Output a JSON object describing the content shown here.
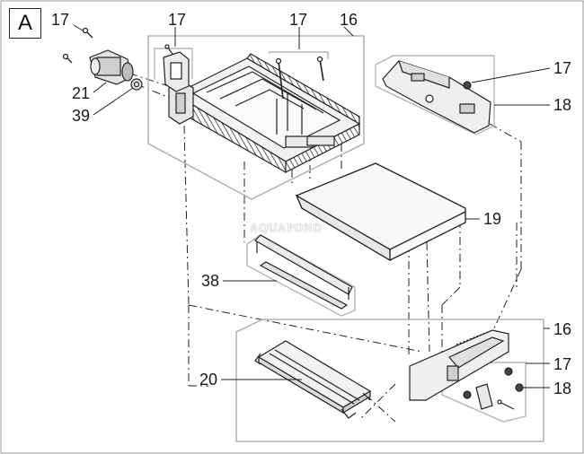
{
  "diagram": {
    "panel_letter": "A",
    "watermark": "AQUAPOND",
    "callouts": {
      "c17_top_left": "17",
      "c17_top_mid": "17",
      "c17_top_right": "17",
      "c16_top": "16",
      "c21": "21",
      "c39": "39",
      "c17_right": "17",
      "c18_right": "18",
      "c19": "19",
      "c38": "38",
      "c16_bottom": "16",
      "c17_bottom": "17",
      "c18_bottom": "18",
      "c20": "20"
    }
  }
}
